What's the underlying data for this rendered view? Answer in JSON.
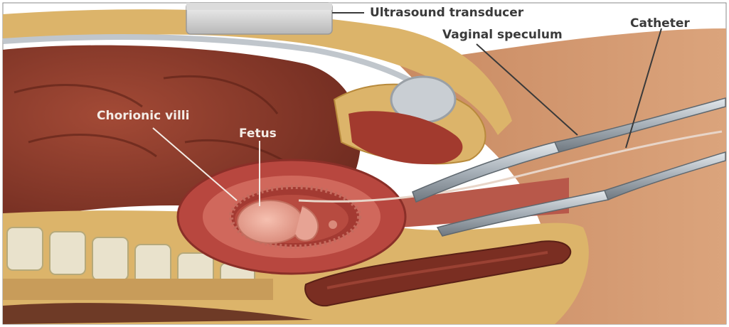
{
  "figure": {
    "labels": {
      "ultrasound_transducer": "Ultrasound transducer",
      "vaginal_speculum": "Vaginal speculum",
      "catheter": "Catheter",
      "chorionic_villi": "Chorionic villi",
      "fetus": "Fetus"
    },
    "colors": {
      "skin": "#d49a72",
      "bowel": "#8e3a2a",
      "fat_layer": "#dcb46a",
      "uterus": "#b8473f",
      "instrument": "#9aa4ad",
      "dark_label": "#3a3a3a",
      "light_label": "#f4ece6"
    }
  }
}
